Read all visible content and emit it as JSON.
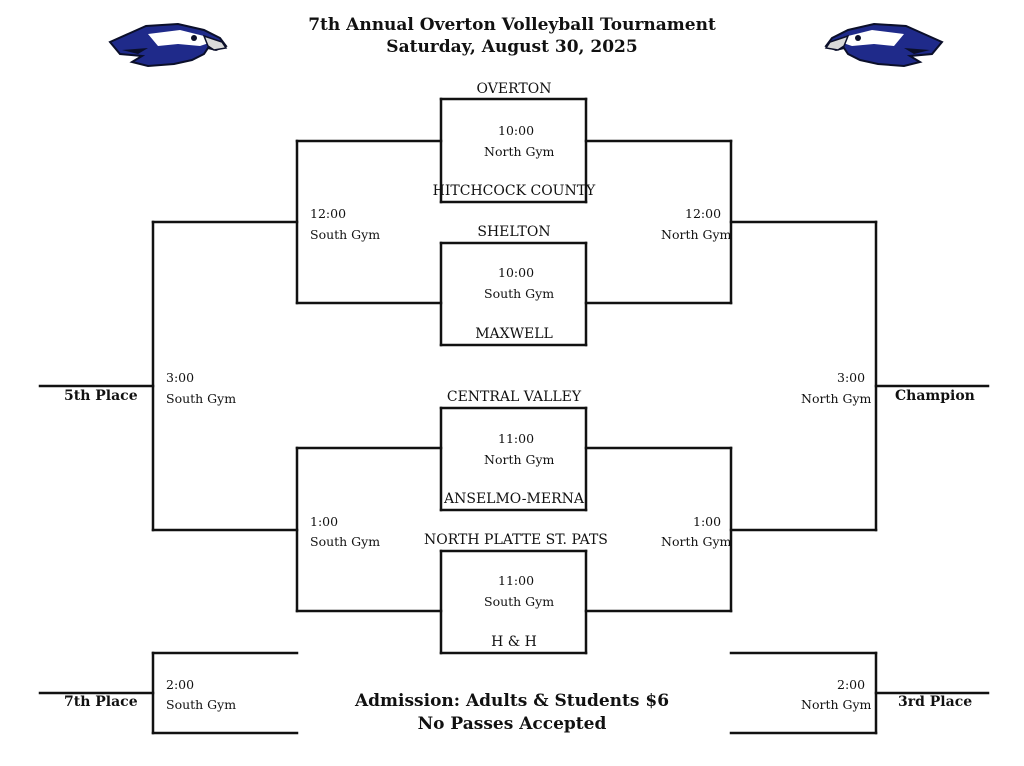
{
  "header": {
    "title": "7th Annual Overton Volleyball Tournament",
    "date": "Saturday, August 30, 2025"
  },
  "logos": {
    "icon": "eagle-head-icon",
    "colors": {
      "blue": "#1f2a8a",
      "dark": "#0b0f2a",
      "beak": "#d9d9d9"
    }
  },
  "first_round": [
    {
      "team_top": "OVERTON",
      "team_bottom": "HITCHCOCK COUNTY",
      "time": "10:00",
      "gym": "North Gym"
    },
    {
      "team_top": "SHELTON",
      "team_bottom": "MAXWELL",
      "time": "10:00",
      "gym": "South Gym"
    },
    {
      "team_top": "CENTRAL VALLEY",
      "team_bottom": "ANSELMO-MERNA",
      "time": "11:00",
      "gym": "North Gym"
    },
    {
      "team_top": "NORTH PLATTE ST. PATS",
      "team_bottom": "H & H",
      "time": "11:00",
      "gym": "South Gym"
    }
  ],
  "second_round": {
    "consolation_top": {
      "time": "12:00",
      "gym": "South Gym"
    },
    "winners_top": {
      "time": "12:00",
      "gym": "North Gym"
    },
    "consolation_bottom": {
      "time": "1:00",
      "gym": "South Gym"
    },
    "winners_bottom": {
      "time": "1:00",
      "gym": "North Gym"
    }
  },
  "finals": {
    "fifth": {
      "time": "3:00",
      "gym": "South Gym",
      "label": "5th Place"
    },
    "champion": {
      "time": "3:00",
      "gym": "North Gym",
      "label": "Champion"
    },
    "seventh": {
      "time": "2:00",
      "gym": "South Gym",
      "label": "7th Place"
    },
    "third": {
      "time": "2:00",
      "gym": "North Gym",
      "label": "3rd Place"
    }
  },
  "admission": {
    "line1": "Admission: Adults & Students $6",
    "line2": "No Passes Accepted"
  }
}
